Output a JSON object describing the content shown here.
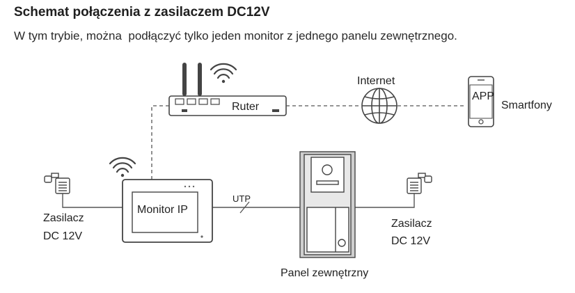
{
  "header": {
    "title": "Schemat połączenia z zasilaczem DC12V",
    "subtitle": "W tym trybie, można  podłączyć tylko jeden monitor z jednego panelu zewnętrznego."
  },
  "diagram": {
    "router_label": "Ruter",
    "internet_label": "Internet",
    "app_label": "APP",
    "smartphones_label": "Smartfony",
    "monitor_label": "Monitor IP",
    "utp_label": "UTP",
    "power_left": {
      "line1": "Zasilacz",
      "line2": "DC 12V"
    },
    "power_right": {
      "line1": "Zasilacz",
      "line2": "DC 12V"
    },
    "panel_label": "Panel zewnętrzny"
  },
  "icons": [
    "router-icon",
    "wifi-icon",
    "globe-icon",
    "smartphone-icon",
    "power-adapter-icon",
    "monitor-icon",
    "door-panel-icon"
  ],
  "colors": {
    "line": "#555555",
    "device_stroke": "#444444",
    "panel_body": "#cfcfcf"
  }
}
